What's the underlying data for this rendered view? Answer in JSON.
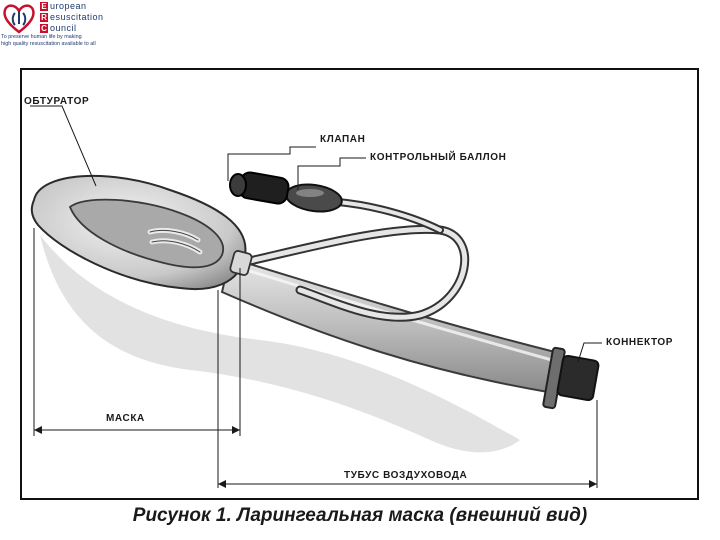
{
  "logo": {
    "letters": [
      "E",
      "R",
      "C"
    ],
    "words": [
      "uropean",
      "esuscitation",
      "ouncil"
    ],
    "tagline_1": "To preserve human life by making",
    "tagline_2": "high quality resuscitation available to all",
    "colors": {
      "red": "#c8102e",
      "navy": "#1f3a6e"
    }
  },
  "figure": {
    "labels": {
      "obturator": "ОБТУРАТОР",
      "valve": "КЛАПАН",
      "pilot_balloon": "КОНТРОЛЬНЫЙ БАЛЛОН",
      "connector": "КОННЕКТОР",
      "mask": "МАСКА",
      "airway_tube": "ТУБУС ВОЗДУХОВОДА"
    },
    "caption": "Рисунок 1. Ларингеальная маска (внешний вид)"
  }
}
